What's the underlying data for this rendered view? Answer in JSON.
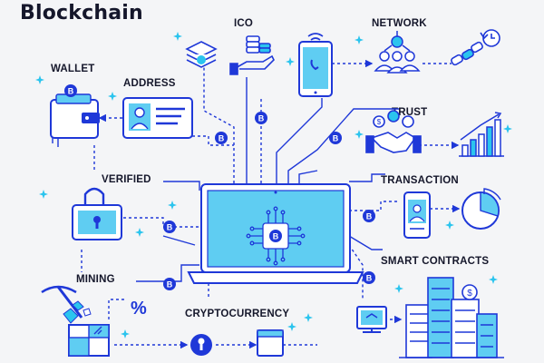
{
  "title": "Blockchain",
  "labels": {
    "ico": "ICO",
    "network": "NETWORK",
    "wallet": "WALLET",
    "address": "ADDRESS",
    "trust": "TRUST",
    "verified": "VERIFIED",
    "transaction": "TRANSACTION",
    "mining": "MINING",
    "smart_contracts": "SMART CONTRACTS",
    "cryptocurrency": "CRYPTOCURRENCY"
  },
  "symbols": {
    "coin": "B",
    "percent": "%"
  },
  "colors": {
    "primary": "#1f38d8",
    "accent": "#2bc4ee",
    "screen": "#5fcdf2",
    "text": "#15172b",
    "background": "#f4f5f7"
  },
  "icons": [
    "layers-coin-icon",
    "coins-hand-icon",
    "smartphone-icon",
    "people-network-icon",
    "chain-clock-icon",
    "wallet-icon",
    "id-card-icon",
    "handshake-icon",
    "growth-chart-icon",
    "padlock-icon",
    "laptop-chip-icon",
    "phone-profile-icon",
    "pie-chart-icon",
    "pickaxe-icon",
    "percent-icon",
    "bitcoin-key-icon",
    "browser-icon",
    "computer-icon",
    "city-buildings-icon"
  ]
}
